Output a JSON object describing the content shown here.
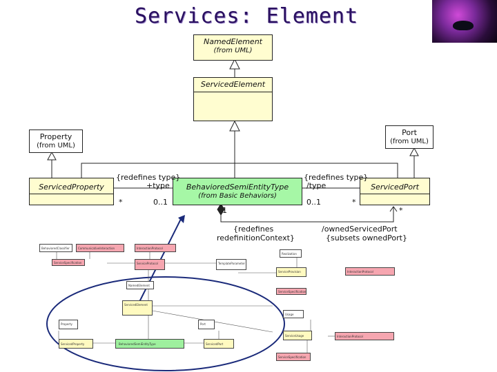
{
  "slide": {
    "title": "Services: Element"
  },
  "diagram": {
    "boxes": {
      "named_element": {
        "name": "NamedElement",
        "source": "(from UML)"
      },
      "serviced_element": {
        "name": "ServicedElement"
      },
      "property": {
        "name": "Property",
        "source": "(from UML)"
      },
      "port": {
        "name": "Port",
        "source": "(from UML)"
      },
      "serviced_property": {
        "name": "ServicedProperty"
      },
      "behaviored": {
        "name": "BehavioredSemiEntityType",
        "source": "(from Basic Behaviors)"
      },
      "serviced_port": {
        "name": "ServicedPort"
      }
    },
    "labels": {
      "redefines_type_left": "{redefines type}",
      "type_left": "+type",
      "mult_left_star": "*",
      "mult_left_01": "0..1",
      "redefines_type_right": "{redefines type}",
      "type_right": "/type",
      "mult_right_01": "0..1",
      "mult_right_star": "*",
      "mult_one": "1",
      "mult_port_star": "*",
      "redefines_ctx_1": "{redefines",
      "redefines_ctx_2": "redefinitionContext}",
      "owned_port_1": "/ownedServicedPort",
      "owned_port_2": "{subsets ownedPort}"
    }
  },
  "thumbnail": {
    "boxes": [
      {
        "id": "t1",
        "text": "BehavioredClassifier",
        "color": "white"
      },
      {
        "id": "t2",
        "text": "CommunicativeInteraction",
        "color": "pink"
      },
      {
        "id": "t3",
        "text": "InteractionProtocol",
        "color": "pink"
      },
      {
        "id": "t4",
        "text": "ServiceSpecification",
        "color": "pink"
      },
      {
        "id": "t5",
        "text": "ServiceProtocol",
        "color": "pink"
      },
      {
        "id": "t6",
        "text": "TemplateParameter",
        "color": "white"
      },
      {
        "id": "t7",
        "text": "Realization",
        "color": "white"
      },
      {
        "id": "t8",
        "text": "ServiceProvision",
        "color": "yellow"
      },
      {
        "id": "t9",
        "text": "InteractionProtocol",
        "color": "pink"
      },
      {
        "id": "t10",
        "text": "ServiceSpecification",
        "color": "pink"
      },
      {
        "id": "t11",
        "text": "NamedElement",
        "color": "white"
      },
      {
        "id": "t12",
        "text": "ServicedElement",
        "color": "yellow"
      },
      {
        "id": "t13",
        "text": "Property",
        "color": "white"
      },
      {
        "id": "t14",
        "text": "Port",
        "color": "white"
      },
      {
        "id": "t15",
        "text": "ServicedProperty",
        "color": "yellow"
      },
      {
        "id": "t16",
        "text": "BehavioredSemiEntityType",
        "color": "green"
      },
      {
        "id": "t17",
        "text": "ServicedPort",
        "color": "yellow"
      },
      {
        "id": "t18",
        "text": "Usage",
        "color": "white"
      },
      {
        "id": "t19",
        "text": "ServiceUsage",
        "color": "yellow"
      },
      {
        "id": "t20",
        "text": "InteractionProtocol",
        "color": "pink"
      },
      {
        "id": "t21",
        "text": "ServiceSpecification",
        "color": "pink"
      }
    ]
  },
  "colors": {
    "title": "#2a1060",
    "class_fill": "#fffdd0",
    "highlight_fill": "#a6f7a6",
    "ellipse": "#1a2a7a",
    "pink": "#f6a6b0"
  }
}
